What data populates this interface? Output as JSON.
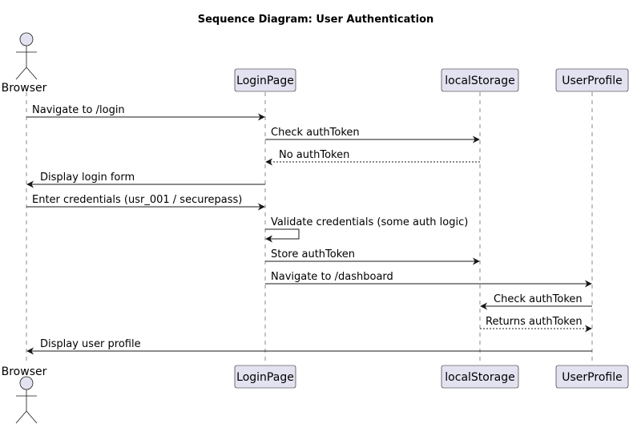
{
  "title": "Sequence Diagram: User Authentication",
  "participants": [
    {
      "id": "browser",
      "label": "Browser",
      "kind": "actor"
    },
    {
      "id": "loginpage",
      "label": "LoginPage",
      "kind": "participant"
    },
    {
      "id": "localstorage",
      "label": "localStorage",
      "kind": "participant"
    },
    {
      "id": "userprofile",
      "label": "UserProfile",
      "kind": "participant"
    }
  ],
  "messages": [
    {
      "from": "browser",
      "to": "loginpage",
      "label": "Navigate to /login",
      "style": "solid"
    },
    {
      "from": "loginpage",
      "to": "localstorage",
      "label": "Check authToken",
      "style": "solid"
    },
    {
      "from": "localstorage",
      "to": "loginpage",
      "label": "No authToken",
      "style": "dotted"
    },
    {
      "from": "loginpage",
      "to": "browser",
      "label": "Display login form",
      "style": "solid"
    },
    {
      "from": "browser",
      "to": "loginpage",
      "label": "Enter credentials (usr_001 / securepass)",
      "style": "solid"
    },
    {
      "from": "loginpage",
      "to": "loginpage",
      "label": "Validate credentials (some auth logic)",
      "style": "solid"
    },
    {
      "from": "loginpage",
      "to": "localstorage",
      "label": "Store authToken",
      "style": "solid"
    },
    {
      "from": "loginpage",
      "to": "userprofile",
      "label": "Navigate to /dashboard",
      "style": "solid"
    },
    {
      "from": "userprofile",
      "to": "localstorage",
      "label": "Check authToken",
      "style": "solid"
    },
    {
      "from": "localstorage",
      "to": "userprofile",
      "label": "Returns authToken",
      "style": "dotted"
    },
    {
      "from": "userprofile",
      "to": "browser",
      "label": "Display user profile",
      "style": "solid"
    }
  ],
  "colors": {
    "participant_fill": "#e2e2f0",
    "line": "#181818",
    "lifeline": "#8a8a8a"
  }
}
